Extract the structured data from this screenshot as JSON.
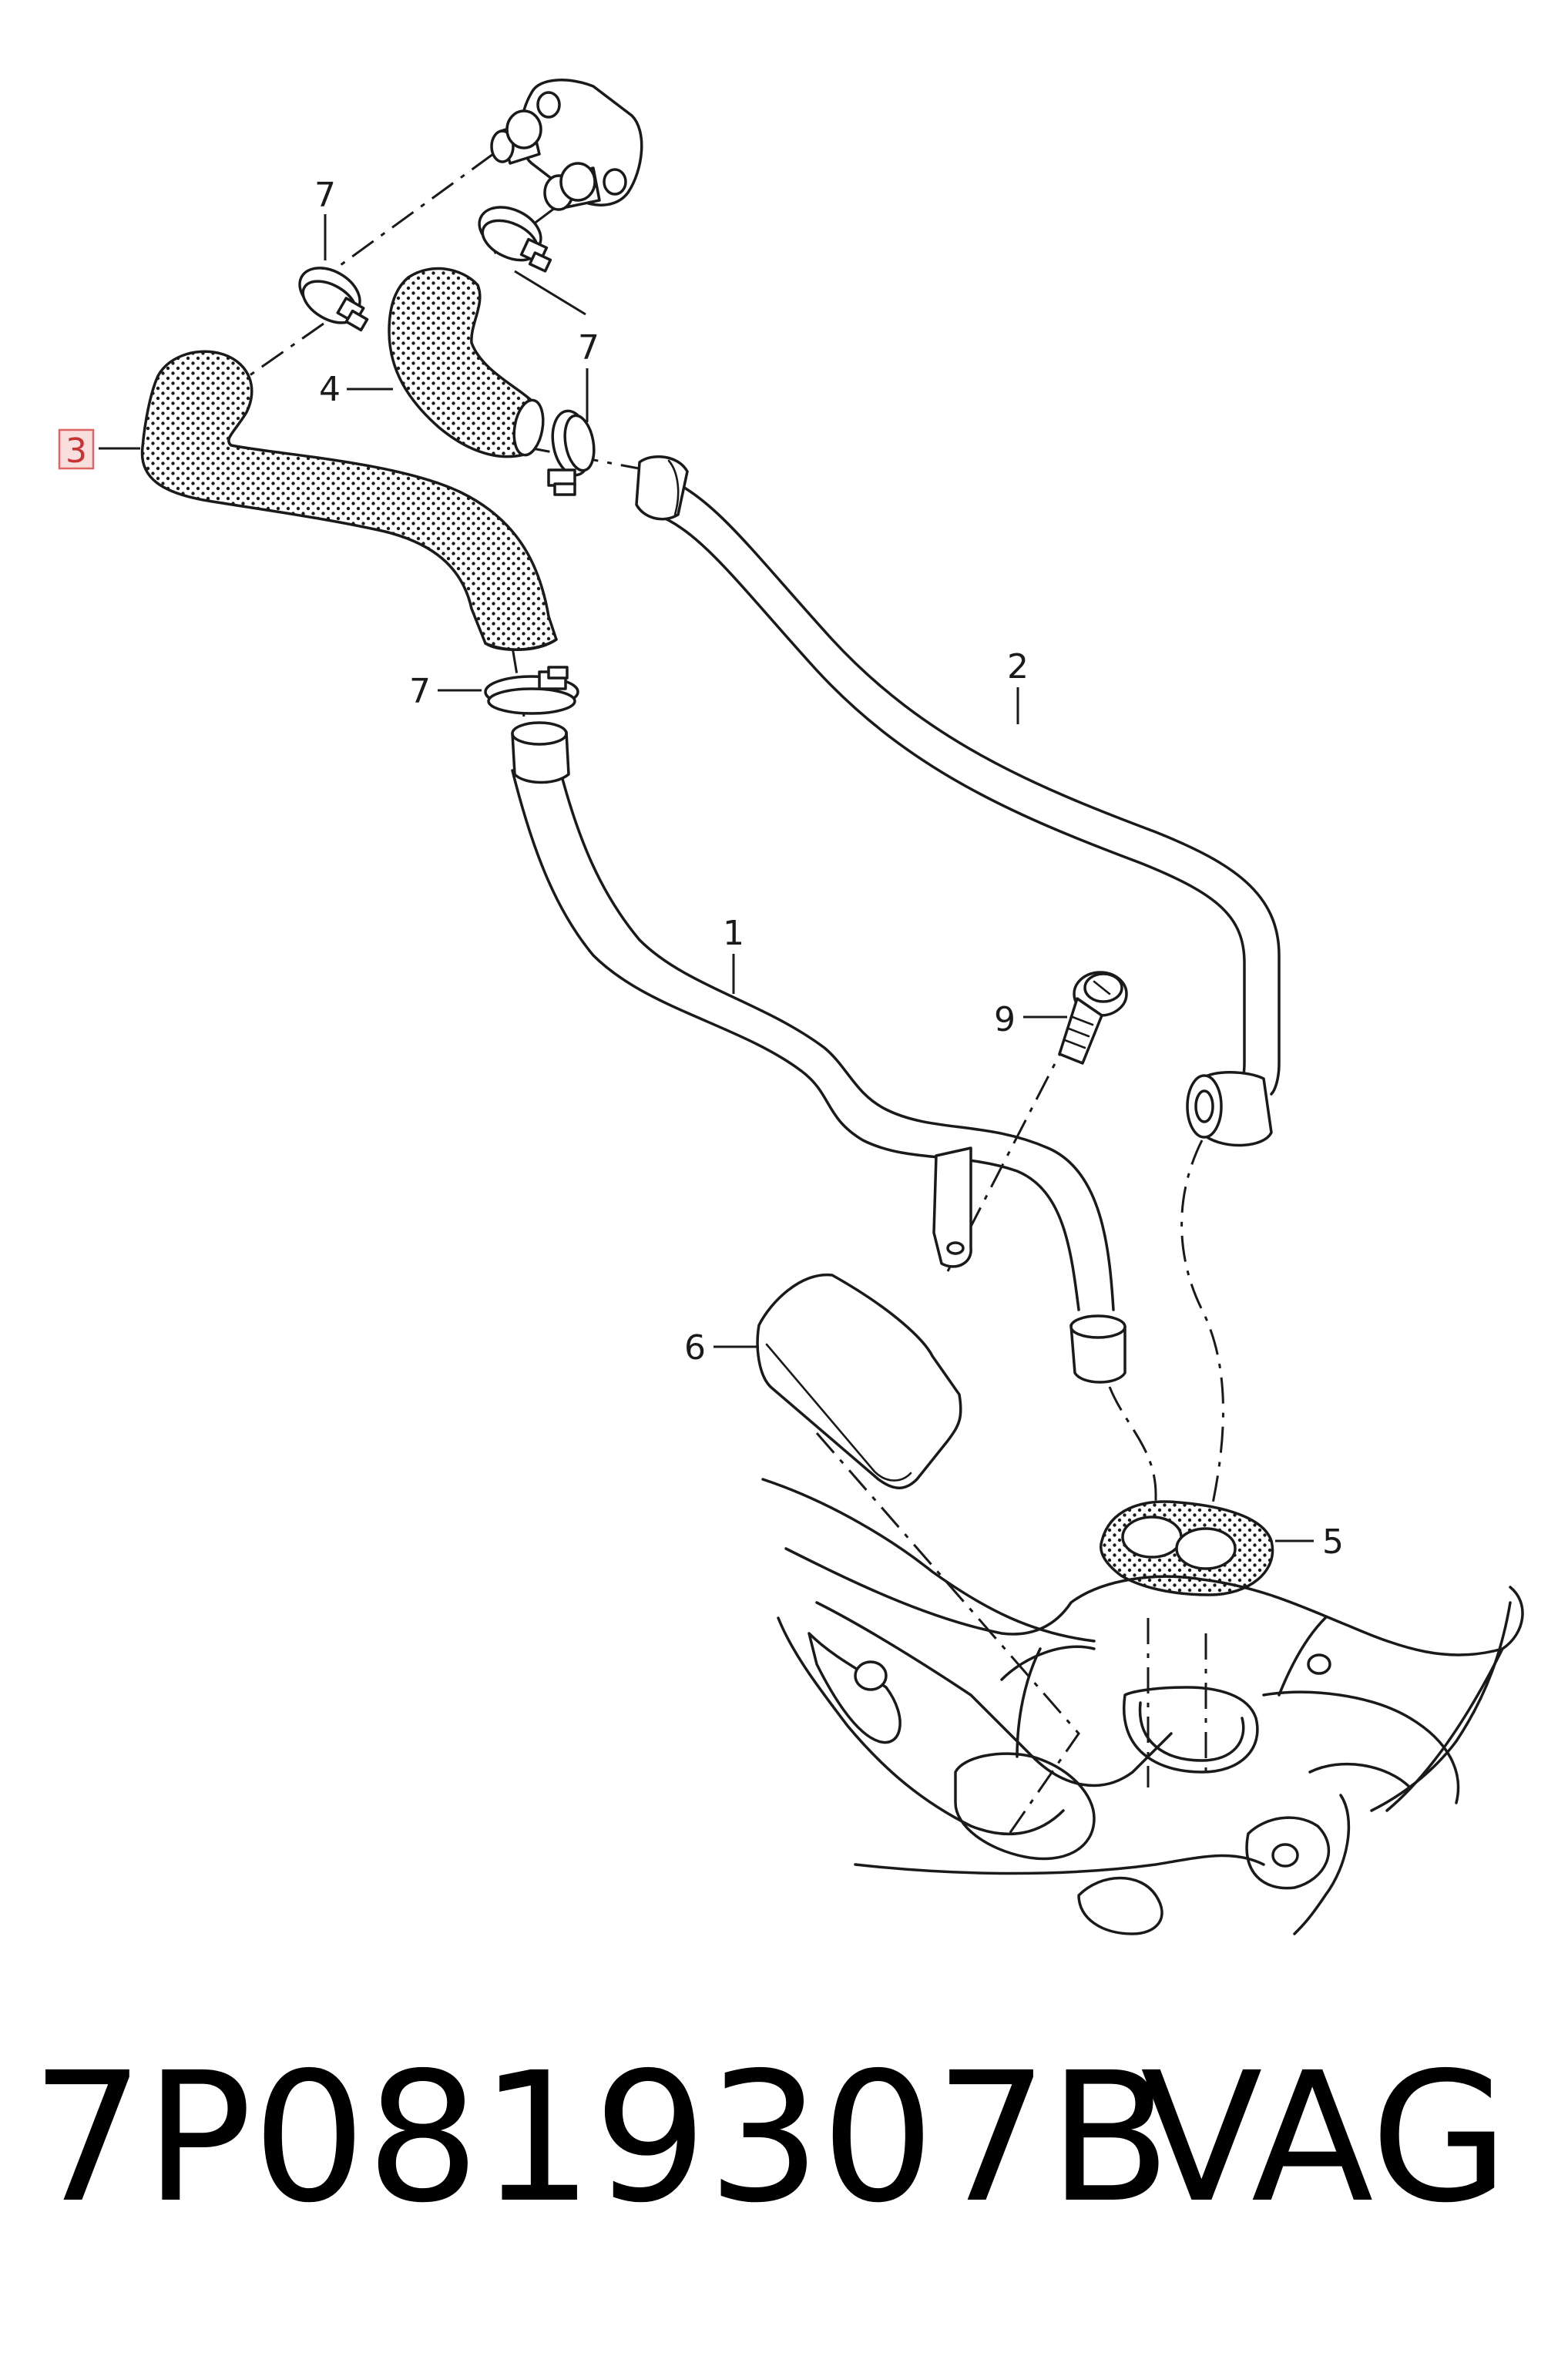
{
  "callouts": {
    "c1": "1",
    "c2": "2",
    "c3": "3",
    "c4": "4",
    "c5": "5",
    "c6": "6",
    "c7a": "7",
    "c7b": "7",
    "c7c": "7",
    "c9": "9"
  },
  "highlighted_callout": "3",
  "colors": {
    "line": "#1a1a1a",
    "highlight_box": "#f9dede",
    "highlight_border": "#e06464",
    "highlight_text": "#c83232"
  },
  "footer": {
    "part_number": "7P0819307B",
    "brand": "VAG"
  }
}
